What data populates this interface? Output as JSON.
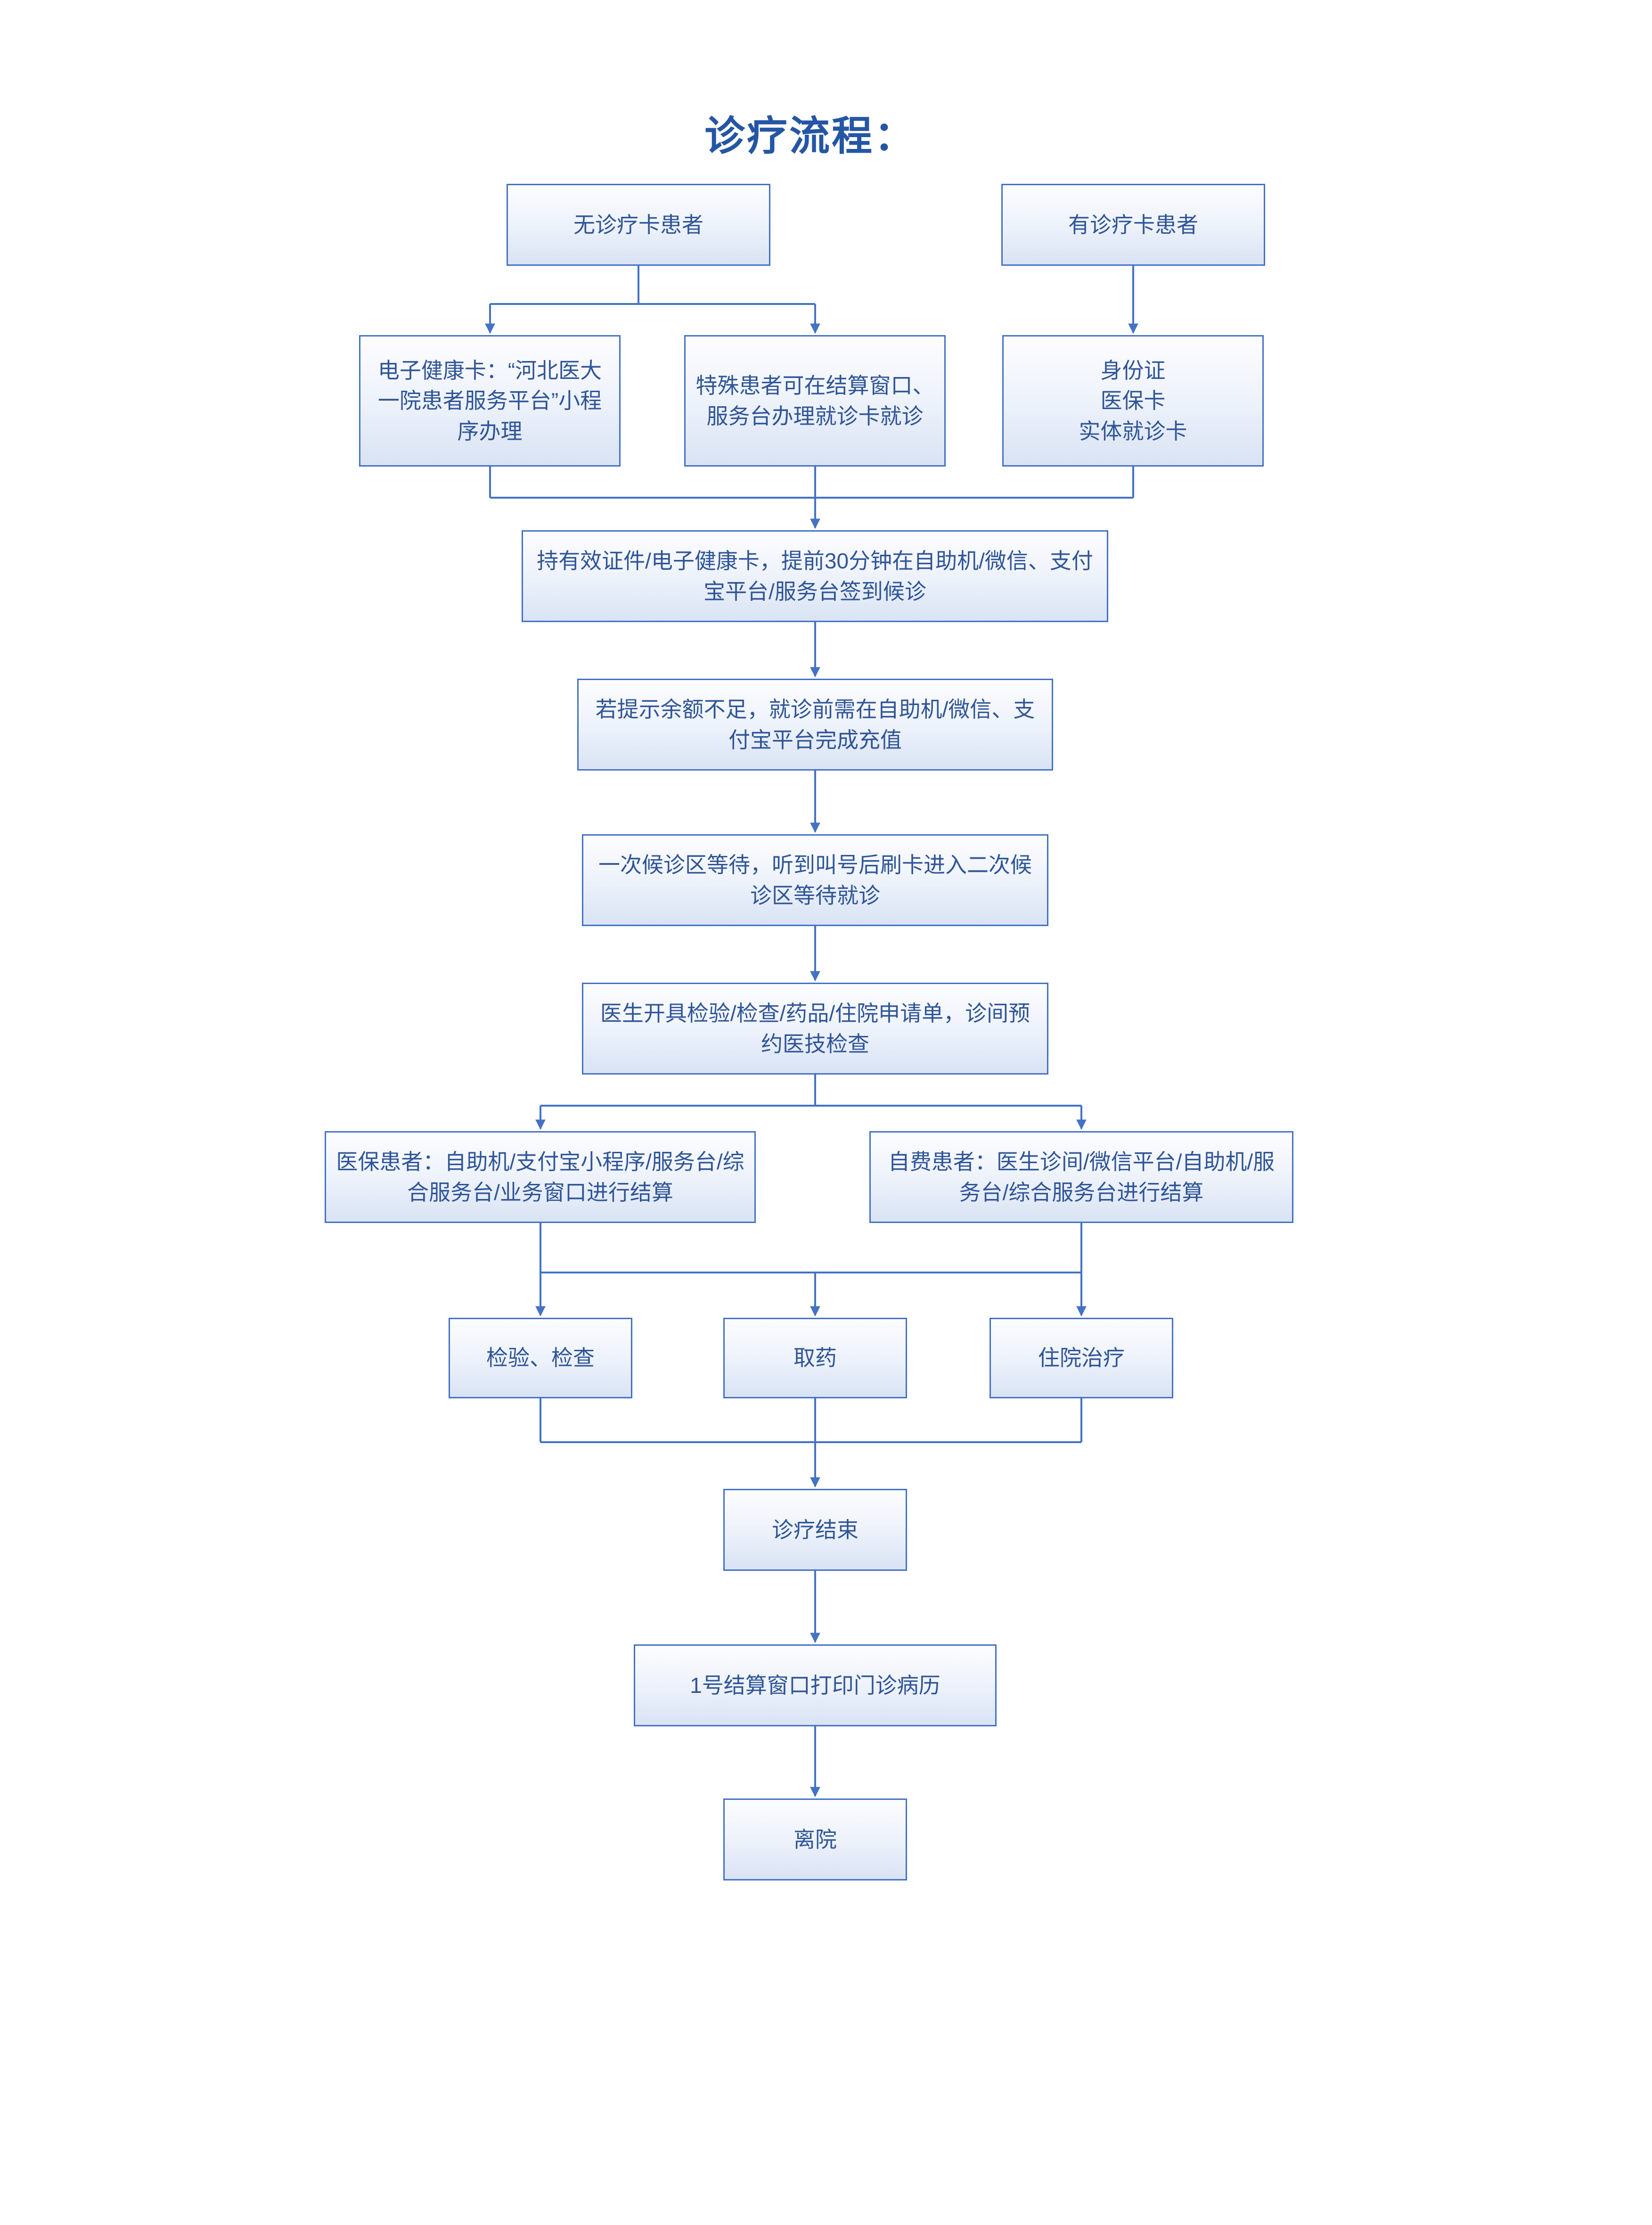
{
  "title": "诊疗流程：",
  "colors": {
    "accent": "#4472C4",
    "node_text": "#2F5597",
    "title_text": "#2456A4",
    "fill_top": "#fdfdff",
    "fill_bottom": "#d9e3f4"
  },
  "nodes": {
    "no_card": "无诊疗卡患者",
    "has_card": "有诊疗卡患者",
    "ehealth_card": "电子健康卡：“河北医大一院患者服务平台”小程序办理",
    "special_patient": "特殊患者可在结算窗口、服务台办理就诊卡就诊",
    "id_cards": "身份证\n医保卡\n实体就诊卡",
    "checkin": "持有效证件/电子健康卡，提前30分钟在自助机/微信、支付宝平台/服务台签到候诊",
    "recharge": "若提示余额不足，就诊前需在自助机/微信、支付宝平台完成充值",
    "waiting": "一次候诊区等待，听到叫号后刷卡进入二次候诊区等待就诊",
    "doctor_orders": "医生开具检验/检查/药品/住院申请单，诊间预约医技检查",
    "insured_settle": "医保患者：自助机/支付宝小程序/服务台/综合服务台/业务窗口进行结算",
    "selfpay_settle": "自费患者：医生诊间/微信平台/自助机/服务台/综合服务台进行结算",
    "test_check": "检验、检查",
    "pharmacy": "取药",
    "hospitalization": "住院治疗",
    "end": "诊疗结束",
    "print_record": "1号结算窗口打印门诊病历",
    "leave": "离院"
  }
}
